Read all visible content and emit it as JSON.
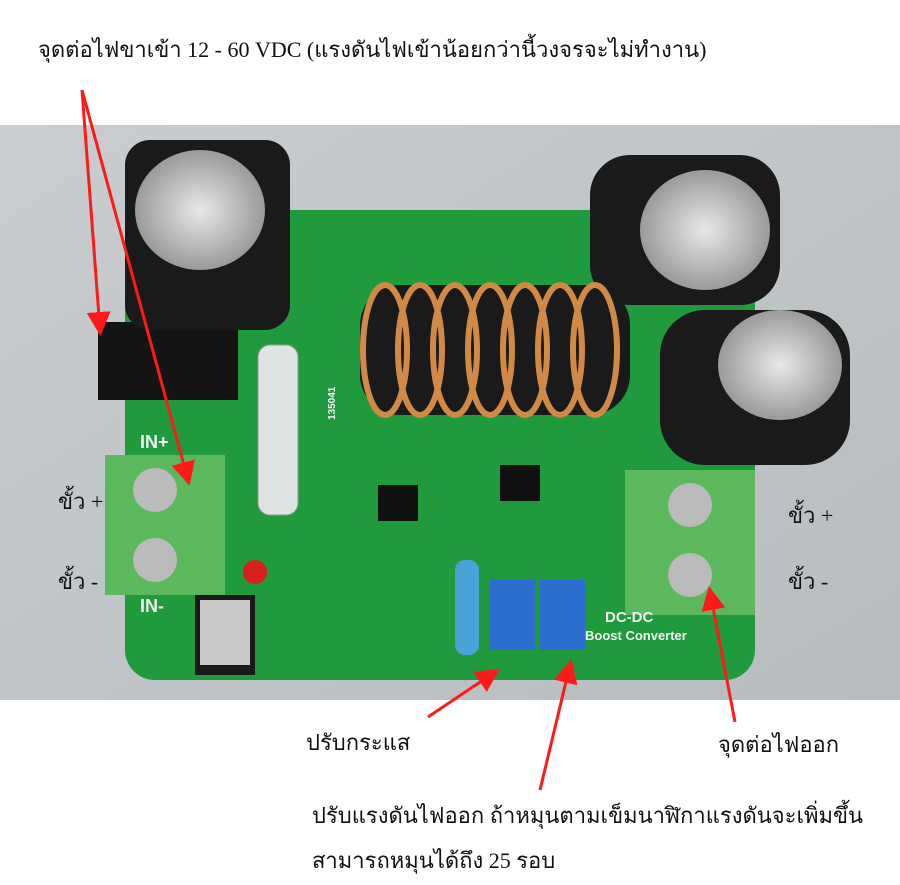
{
  "annotations": {
    "input_connector": "จุดต่อไฟขาเข้า 12 - 60 VDC (แรงดันไฟเข้าน้อยกว่านี้วงจรจะไม่ทำงาน)",
    "left_plus": "ขั้ว +",
    "left_minus": "ขั้ว -",
    "right_plus": "ขั้ว +",
    "right_minus": "ขั้ว -",
    "current_adjust": "ปรับกระแส",
    "output_connector": "จุดต่อไฟออก",
    "voltage_adjust_line1": "ปรับแรงดันไฟออก ถ้าหมุนตามเข็มนาฬิกาแรงดันจะเพิ่มขึ้น",
    "voltage_adjust_line2": "สามารถหมุนได้ถึง 25 รอบ"
  },
  "board": {
    "in_plus": "IN+",
    "in_minus": "IN-",
    "title": "DC-DC",
    "subtitle": "Boost Converter",
    "code": "135041"
  },
  "colors": {
    "pcb": "#1f9a3c",
    "arrow": "#ff1a1a",
    "terminal": "#5cb85c",
    "capacitor": "#1a1a1a",
    "coil": "#c8793a",
    "trimmer": "#2a6fd0"
  }
}
